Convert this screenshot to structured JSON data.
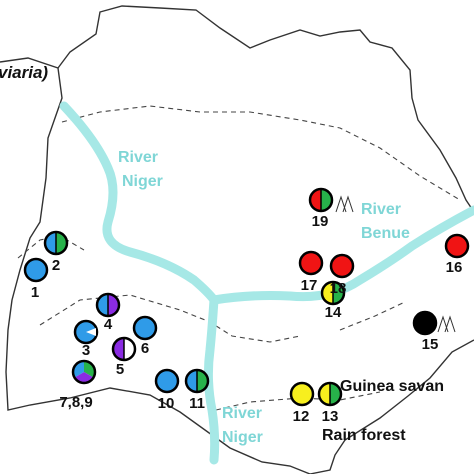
{
  "map": {
    "title_fragment": "viaria)",
    "rivers": [
      {
        "name_line1": "River",
        "name_line2": "Niger"
      },
      {
        "name_line1": "River",
        "name_line2": "Benue"
      },
      {
        "name_line1": "River",
        "name_line2": "Niger"
      }
    ],
    "zones": {
      "guinea": "Guinea savan",
      "rainforest": "Rain forest"
    },
    "colors": {
      "river": "#a6e8e6",
      "blue": "#2f9be8",
      "green": "#27b24a",
      "purple": "#8a2be2",
      "red": "#f01414",
      "yellow": "#f7ef1e",
      "black": "#000000",
      "white": "#ffffff"
    },
    "sites": [
      {
        "label": "1",
        "type": "solid",
        "colors": [
          "blue"
        ]
      },
      {
        "label": "2",
        "type": "split",
        "colors": [
          "blue",
          "green"
        ]
      },
      {
        "label": "3",
        "type": "pac",
        "colors": [
          "blue",
          "white"
        ]
      },
      {
        "label": "4",
        "type": "split",
        "colors": [
          "blue",
          "purple"
        ]
      },
      {
        "label": "5",
        "type": "split",
        "colors": [
          "purple",
          "white"
        ]
      },
      {
        "label": "6",
        "type": "solid",
        "colors": [
          "blue"
        ]
      },
      {
        "label": "7,8,9",
        "type": "tri",
        "colors": [
          "green",
          "purple",
          "blue"
        ]
      },
      {
        "label": "10",
        "type": "solid",
        "colors": [
          "blue"
        ]
      },
      {
        "label": "11",
        "type": "split",
        "colors": [
          "blue",
          "green"
        ]
      },
      {
        "label": "12",
        "type": "solid",
        "colors": [
          "yellow"
        ]
      },
      {
        "label": "13",
        "type": "split",
        "colors": [
          "yellow",
          "green"
        ]
      },
      {
        "label": "14",
        "type": "split",
        "colors": [
          "yellow",
          "green"
        ]
      },
      {
        "label": "15",
        "type": "solid",
        "colors": [
          "black"
        ]
      },
      {
        "label": "16",
        "type": "solid",
        "colors": [
          "red"
        ]
      },
      {
        "label": "17",
        "type": "solid",
        "colors": [
          "red"
        ]
      },
      {
        "label": "18",
        "type": "solid",
        "colors": [
          "red"
        ]
      },
      {
        "label": "19",
        "type": "split",
        "colors": [
          "red",
          "green"
        ]
      }
    ],
    "symbols": [
      {
        "name": "hill-symbol"
      },
      {
        "name": "hill-symbol"
      }
    ]
  }
}
